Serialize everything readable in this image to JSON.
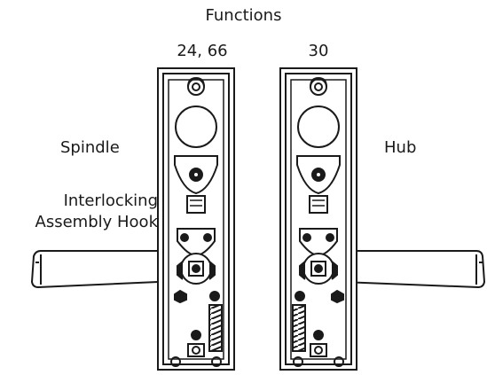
{
  "title": "Functions",
  "left_unit": {
    "function_label": "24, 66"
  },
  "right_unit": {
    "function_label": "30"
  },
  "callouts": {
    "spindle": "Spindle",
    "hub": "Hub",
    "hook_line1": "Interlocking",
    "hook_line2": "Assembly Hook"
  },
  "colors": {
    "line": "#1a1a1a",
    "background": "#ffffff",
    "fill_dark": "#1a1a1a"
  }
}
